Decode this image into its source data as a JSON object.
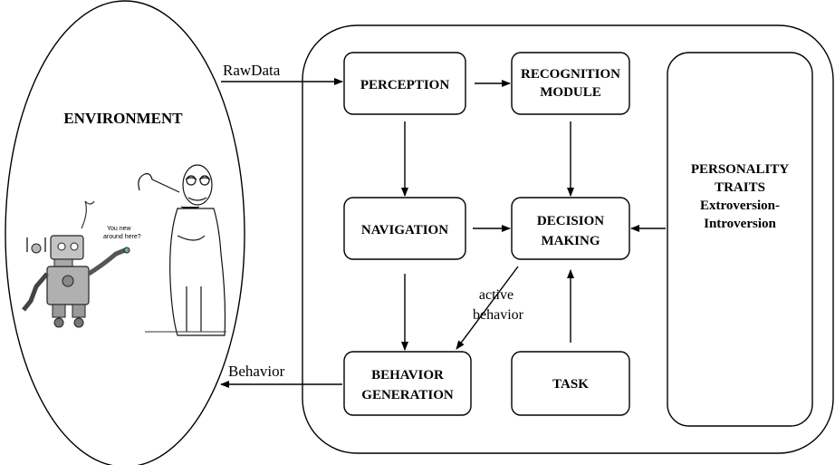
{
  "environment": {
    "label": "ENVIRONMENT",
    "speech_line1": "You new",
    "speech_line2": "around here?"
  },
  "inputs": {
    "raw_data": "RawData",
    "behavior": "Behavior"
  },
  "boxes": {
    "perception": "PERCEPTION",
    "recognition_line1": "RECOGNITION",
    "recognition_line2": "MODULE",
    "navigation": "NAVIGATION",
    "decision_line1": "DECISION",
    "decision_line2": "MAKING",
    "behavior_line1": "BEHAVIOR",
    "behavior_line2": "GENERATION",
    "task": "TASK",
    "personality_line1": "PERSONALITY",
    "personality_line2": "TRAITS",
    "personality_line3": "Extroversion-",
    "personality_line4": "Introversion"
  },
  "labels": {
    "active_line1": "active",
    "active_line2": "behavior"
  }
}
